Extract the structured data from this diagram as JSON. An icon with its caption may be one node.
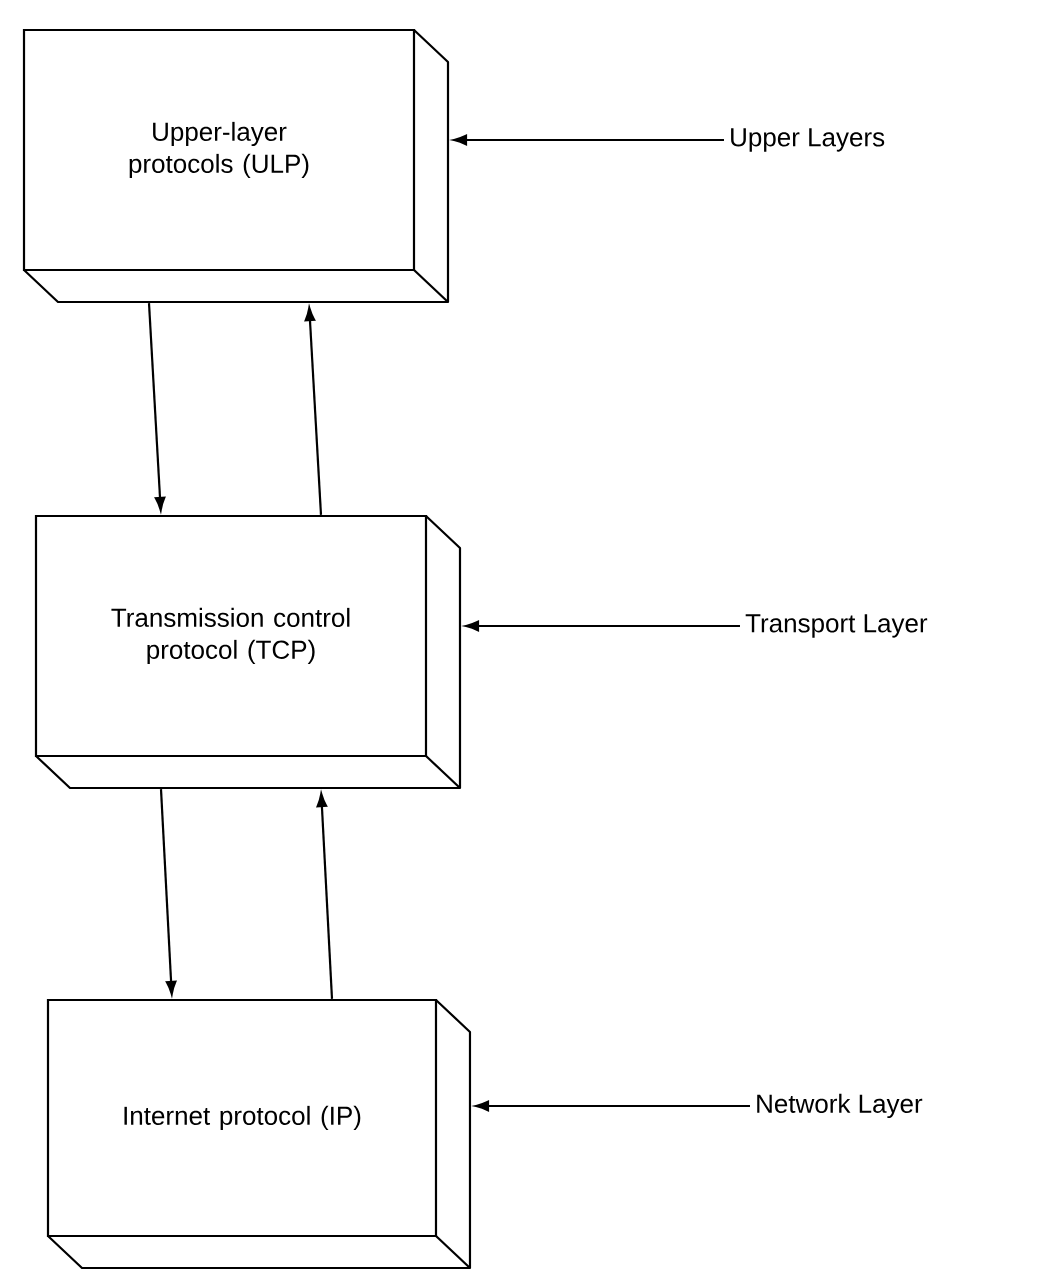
{
  "diagram": {
    "nodes": [
      {
        "text": [
          "Upper-layer protocols (ULP)"
        ]
      },
      {
        "text": [
          "Transmission control protocol (TCP)"
        ]
      },
      {
        "text": [
          "Internet protocol (IP)"
        ]
      },
      {
        "text": [
          "Upper Layers"
        ]
      },
      {
        "text": [
          "Transport Layer"
        ]
      },
      {
        "text": [
          "Network Layer"
        ]
      }
    ],
    "edges": [
      {
        "from": 0,
        "to": 1,
        "arrow": "to"
      },
      {
        "from": 1,
        "to": 0,
        "arrow": "to"
      },
      {
        "from": 1,
        "to": 2,
        "arrow": "to"
      },
      {
        "from": 2,
        "to": 1,
        "arrow": "to"
      },
      {
        "from": 3,
        "to": 0,
        "arrow": "to"
      },
      {
        "from": 4,
        "to": 1,
        "arrow": "to"
      },
      {
        "from": 5,
        "to": 2,
        "arrow": "to"
      }
    ]
  }
}
